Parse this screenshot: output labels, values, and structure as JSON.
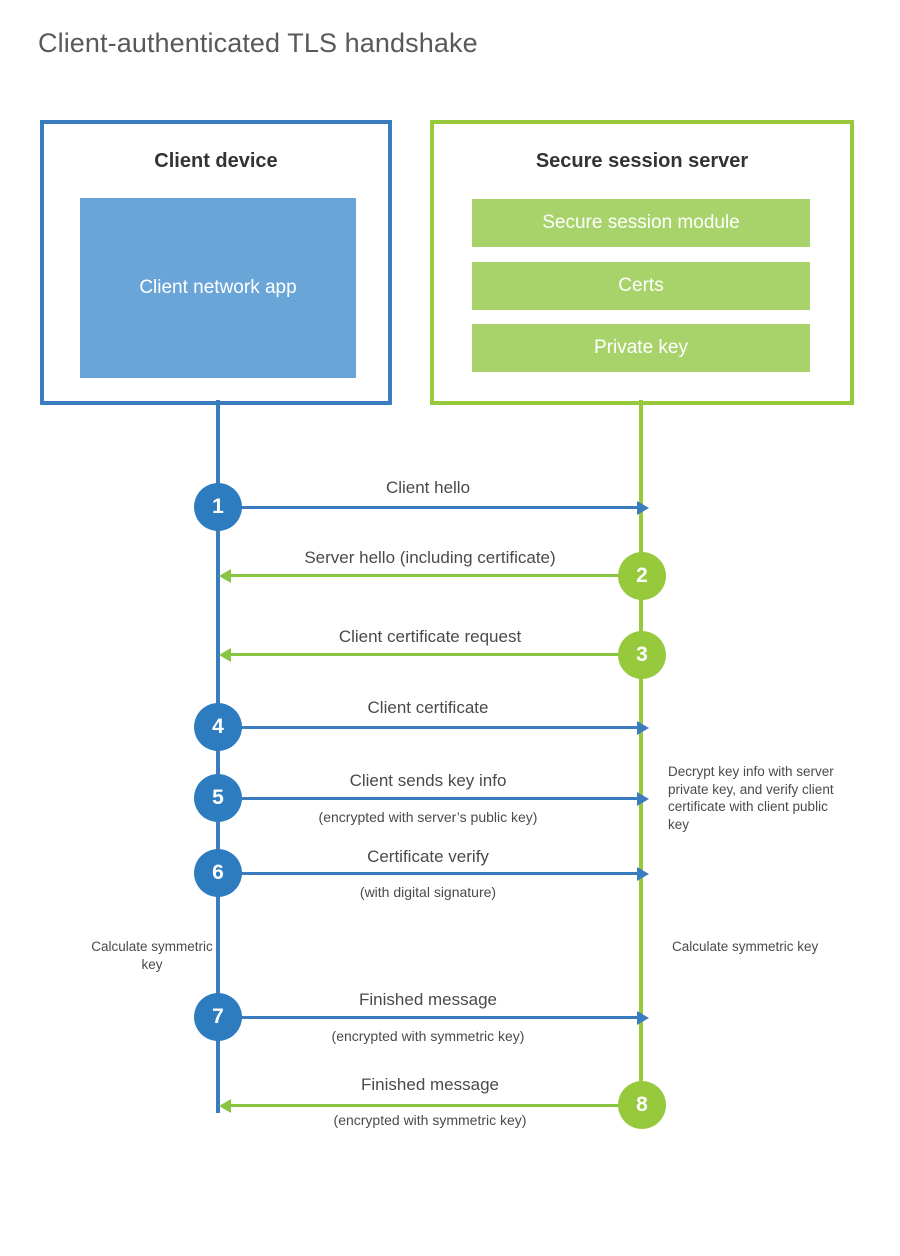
{
  "title": "Client-authenticated TLS handshake",
  "colors": {
    "client_blue": "#3b7cbe",
    "client_app_fill": "#6aa5d8",
    "server_green": "#98c93c",
    "server_bar_fill": "#a8d36a",
    "circle_blue": "#2e7cc0",
    "circle_green": "#97c93d",
    "text": "#4a4a4a",
    "title_text": "#58595b"
  },
  "client": {
    "title": "Client device",
    "app_label": "Client network app"
  },
  "server": {
    "title": "Secure session server",
    "components": [
      "Secure session module",
      "Certs",
      "Private key"
    ]
  },
  "steps": [
    {
      "number": "1",
      "label": "Client hello",
      "sublabel": "",
      "direction": "client-to-server",
      "color": "blue"
    },
    {
      "number": "2",
      "label": "Server hello (including certificate)",
      "sublabel": "",
      "direction": "server-to-client",
      "color": "green"
    },
    {
      "number": "3",
      "label": "Client certificate request",
      "sublabel": "",
      "direction": "server-to-client",
      "color": "green"
    },
    {
      "number": "4",
      "label": "Client certificate",
      "sublabel": "",
      "direction": "client-to-server",
      "color": "blue"
    },
    {
      "number": "5",
      "label": "Client sends key info",
      "sublabel": "(encrypted with server’s public key)",
      "direction": "client-to-server",
      "color": "blue"
    },
    {
      "number": "6",
      "label": "Certificate verify",
      "sublabel": "(with digital signature)",
      "direction": "client-to-server",
      "color": "blue"
    },
    {
      "number": "7",
      "label": "Finished message",
      "sublabel": "(encrypted with symmetric key)",
      "direction": "client-to-server",
      "color": "blue"
    },
    {
      "number": "8",
      "label": "Finished message",
      "sublabel": "(encrypted with symmetric key)",
      "direction": "server-to-client",
      "color": "green"
    }
  ],
  "notes": {
    "server_decrypt": "Decrypt key info with server private key, and verify client certificate with client public key",
    "client_calculate": "Calculate symmetric key",
    "server_calculate": "Calculate symmetric key"
  }
}
